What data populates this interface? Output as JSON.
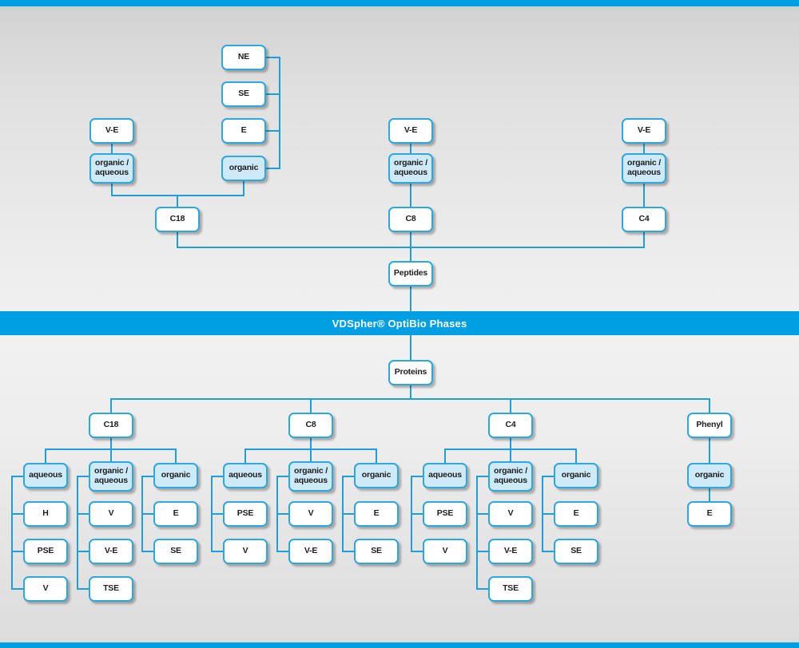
{
  "banner": {
    "title": "VDSpher® OptiBio Phases"
  },
  "colors": {
    "accent": "#009fe3",
    "line": "#1f9fd9",
    "box_border": "#2ea7dd",
    "box_fill_white": "#ffffff",
    "box_fill_light_blue": "#cee9f8"
  },
  "peptides": {
    "label": "Peptides",
    "c18": {
      "column_label": "C18",
      "elution_modes": [
        "NE",
        "SE",
        "E"
      ],
      "organic_label": "organic",
      "ve_label": "V-E",
      "organic_aqueous_label": "organic /\naqueous"
    },
    "c8": {
      "column_label": "C8",
      "ve_label": "V-E",
      "organic_aqueous_label": "organic /\naqueous"
    },
    "c4": {
      "column_label": "C4",
      "ve_label": "V-E",
      "organic_aqueous_label": "organic /\naqueous"
    }
  },
  "proteins": {
    "label": "Proteins",
    "groups": [
      {
        "column_label": "C18",
        "categories": [
          {
            "label": "aqueous",
            "phases": [
              "H",
              "PSE",
              "V"
            ]
          },
          {
            "label": "organic /\naqueous",
            "phases": [
              "V",
              "V-E",
              "TSE"
            ]
          },
          {
            "label": "organic",
            "phases": [
              "E",
              "SE"
            ]
          }
        ]
      },
      {
        "column_label": "C8",
        "categories": [
          {
            "label": "aqueous",
            "phases": [
              "PSE",
              "V"
            ]
          },
          {
            "label": "organic /\naqueous",
            "phases": [
              "V",
              "V-E"
            ]
          },
          {
            "label": "organic",
            "phases": [
              "E",
              "SE"
            ]
          }
        ]
      },
      {
        "column_label": "C4",
        "categories": [
          {
            "label": "aqueous",
            "phases": [
              "PSE",
              "V"
            ]
          },
          {
            "label": "organic /\naqueous",
            "phases": [
              "V",
              "V-E",
              "TSE"
            ]
          },
          {
            "label": "organic",
            "phases": [
              "E",
              "SE"
            ]
          }
        ]
      },
      {
        "column_label": "Phenyl",
        "categories": [
          {
            "label": "organic",
            "phases": [
              "E"
            ]
          }
        ]
      }
    ]
  }
}
